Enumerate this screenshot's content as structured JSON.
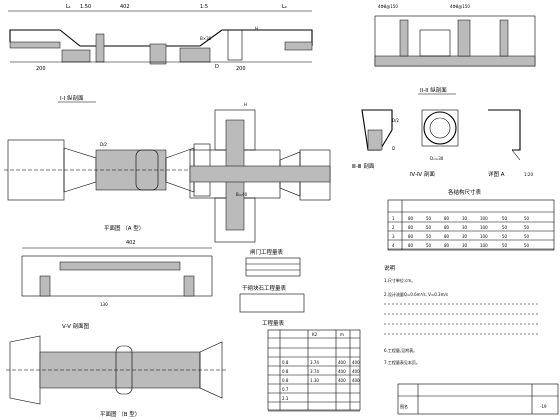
{
  "dims": {
    "l1": "L₁",
    "d150": "1.50",
    "d402": "402",
    "slope_combo": "1:5",
    "l2": "L₂",
    "d200": "200",
    "ds": "D",
    "hc": "H",
    "dxb": "B×30",
    "dw": "D/2",
    "d0": "D",
    "d30": "Dₓ=30",
    "d2": "D/2",
    "h": "H",
    "b40": "B=40",
    "d130": "130"
  },
  "captions": {
    "section_1_1": "I-I 纵剖面",
    "section_2_2": "II-II 纵剖面",
    "detail_1": "Ⅲ-Ⅲ 剖面",
    "detail_2": "Ⅳ-Ⅳ 剖面",
    "detail_a": "详图 A",
    "scale": "1:20",
    "plan_1": "平面图 （A 型）",
    "section_5_5": "V-V 剖面图",
    "plan_2": "平面图 （B 型）"
  },
  "notes": {
    "rebar_a": "4Φ8@150",
    "rebar_b": "4Φ8@150",
    "title": "说明",
    "n1": "1.尺寸单位:cm。",
    "n2": "2.设计流量Q=0.6m³/s,  V=0.3m/s",
    "n6": "6.工程量,见附表。",
    "n7": "7.工程量表见本页。"
  },
  "tables": {
    "gate_title": "闸门工程量表",
    "rebar_title": "干砌块石工程量表",
    "qty_title": "工程量表",
    "qty_head_a": "K2",
    "qty_head_b": "m",
    "qty_rows": [
      [
        "",
        "",
        "",
        ""
      ],
      [
        "",
        "",
        "",
        ""
      ],
      [
        "0.8",
        "3.74",
        "400",
        "400"
      ],
      [
        "0.8",
        "3.74",
        "400",
        "400"
      ],
      [
        "0.8",
        "1.30",
        "400",
        "400"
      ],
      [
        "0.7",
        "",
        "",
        ""
      ],
      [
        "2.1",
        "",
        "",
        ""
      ],
      [
        "",
        "",
        "",
        ""
      ]
    ],
    "size_title": "各结构尺寸表",
    "size_rows": [
      [
        "1",
        "80",
        "50",
        "80",
        "30",
        "100",
        "50",
        "50"
      ],
      [
        "2",
        "80",
        "50",
        "80",
        "30",
        "100",
        "50",
        "50"
      ],
      [
        "3",
        "80",
        "50",
        "80",
        "30",
        "100",
        "50",
        "50"
      ],
      [
        "4",
        "80",
        "50",
        "80",
        "30",
        "100",
        "50",
        "50"
      ]
    ]
  },
  "title_block": {
    "label": "图名",
    "sheet": "-19"
  }
}
